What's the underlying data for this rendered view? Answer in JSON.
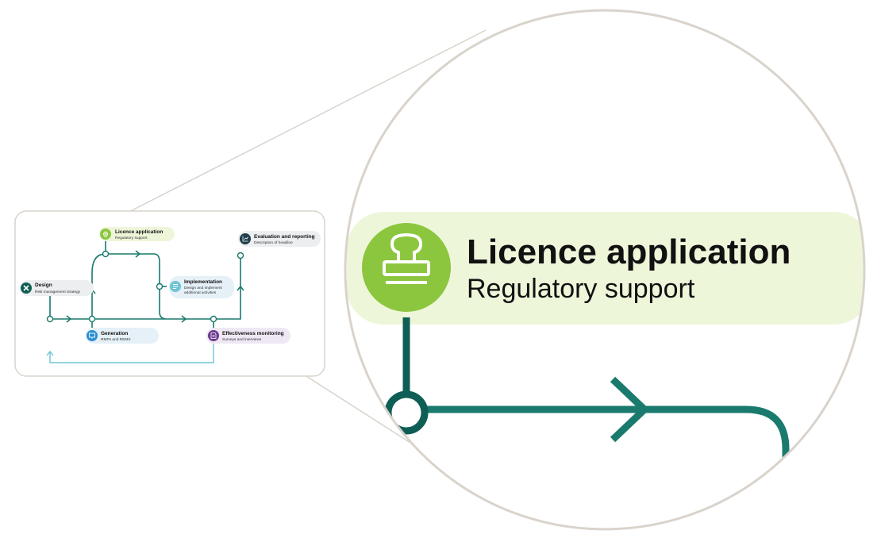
{
  "colors": {
    "teal": "#1a7a6d",
    "dark_teal": "#0f5e55",
    "light_blue": "#6fc3d6",
    "frame": "#d9d3cc",
    "green": "#8cc63f",
    "green_bg": "#eef6da",
    "blue": "#2a8fd0",
    "purple": "#6b3b8f",
    "dark_slate": "#1f3d4a",
    "pale_blue_bg": "#e5f0f7",
    "grey_bg": "#eceeef",
    "purple_bg": "#efe8f4"
  },
  "overview": {
    "nodes": [
      {
        "key": "design",
        "icon": "close-icon",
        "title": "Design",
        "subtitle": "Risk management strategy"
      },
      {
        "key": "licence",
        "icon": "stamp-icon",
        "title": "Licence application",
        "subtitle": "Regulatory support"
      },
      {
        "key": "generation",
        "icon": "monitor-icon",
        "title": "Generation",
        "subtitle": "RMPs and REMS"
      },
      {
        "key": "implementation",
        "icon": "list-icon",
        "title": "Implementation",
        "subtitle": "Design and implement",
        "subtitle2": "additional activities"
      },
      {
        "key": "monitoring",
        "icon": "document-icon",
        "title": "Effectiveness monitoring",
        "subtitle": "Surveys and interviews"
      },
      {
        "key": "evaluation",
        "icon": "chart-icon",
        "title": "Evaluation and reporting",
        "subtitle": "Description of headline"
      }
    ]
  },
  "zoom": {
    "icon": "stamp-icon",
    "title": "Licence application",
    "subtitle": "Regulatory support"
  }
}
